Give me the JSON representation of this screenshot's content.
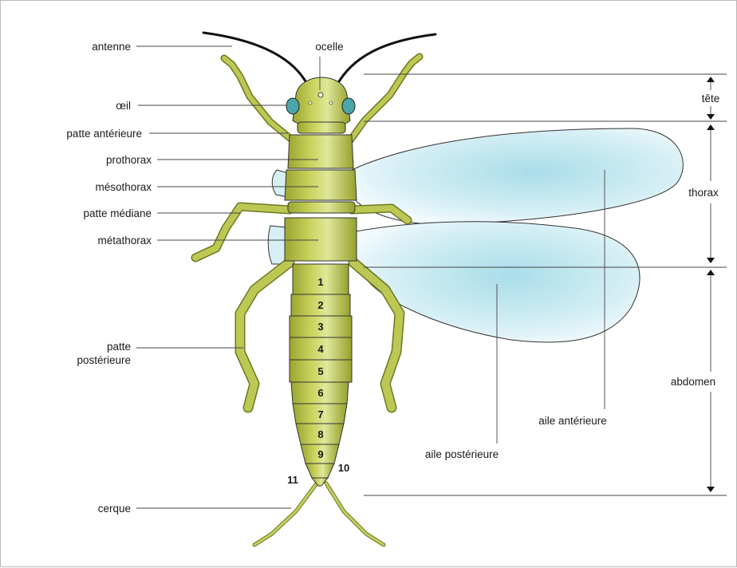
{
  "labels": {
    "antenne": "antenne",
    "ocelle": "ocelle",
    "oeil": "œil",
    "patte_anterieure": "patte antérieure",
    "prothorax": "prothorax",
    "mesothorax": "mésothorax",
    "patte_mediane": "patte médiane",
    "metathorax": "métathorax",
    "patte_posterieure_1": "patte",
    "patte_posterieure_2": "postérieure",
    "cerque": "cerque",
    "aile_anterieure": "aile antérieure",
    "aile_posterieure": "aile postérieure"
  },
  "regions": {
    "tete": "tête",
    "thorax": "thorax",
    "abdomen": "abdomen"
  },
  "segments": [
    "1",
    "2",
    "3",
    "4",
    "5",
    "6",
    "7",
    "8",
    "9",
    "10",
    "11"
  ],
  "colors": {
    "body": "#b7c24a",
    "body_dark": "#7e8a22",
    "wing": "#cfeaf1",
    "eye": "#4aa6a8"
  }
}
